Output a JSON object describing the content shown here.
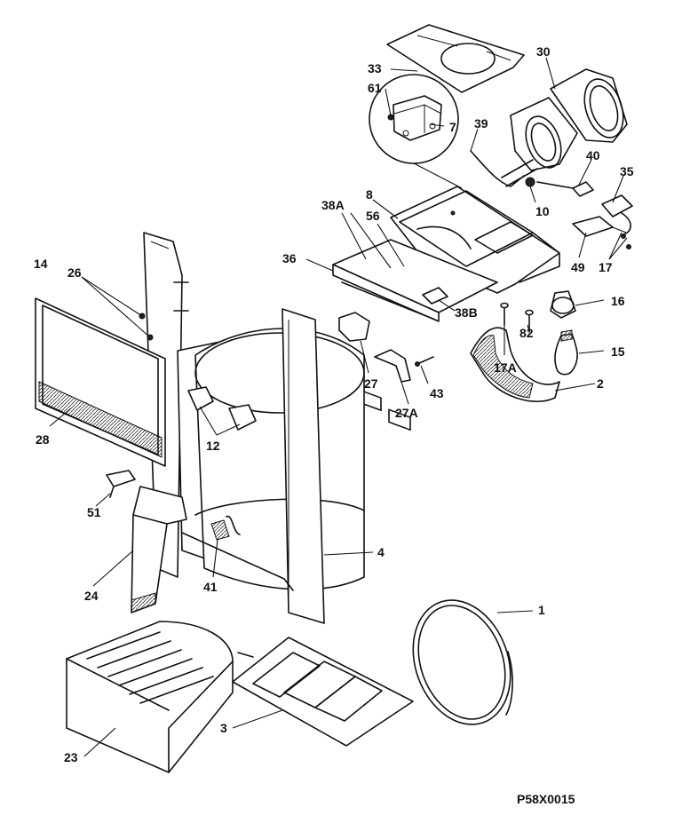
{
  "diagram": {
    "drawing_code": "P58X0015",
    "callouts": {
      "c1": "1",
      "c2": "2",
      "c3": "3",
      "c4": "4",
      "c7": "7",
      "c8": "8",
      "c10": "10",
      "c12": "12",
      "c14": "14",
      "c15": "15",
      "c16": "16",
      "c17": "17",
      "c17a": "17A",
      "c23": "23",
      "c24": "24",
      "c26": "26",
      "c27": "27",
      "c27a": "27A",
      "c28": "28",
      "c30": "30",
      "c33": "33",
      "c35": "35",
      "c36": "36",
      "c38a": "38A",
      "c38b": "38B",
      "c39": "39",
      "c40": "40",
      "c41": "41",
      "c43": "43",
      "c49": "49",
      "c51": "51",
      "c56": "56",
      "c61": "61",
      "c82": "82"
    }
  }
}
